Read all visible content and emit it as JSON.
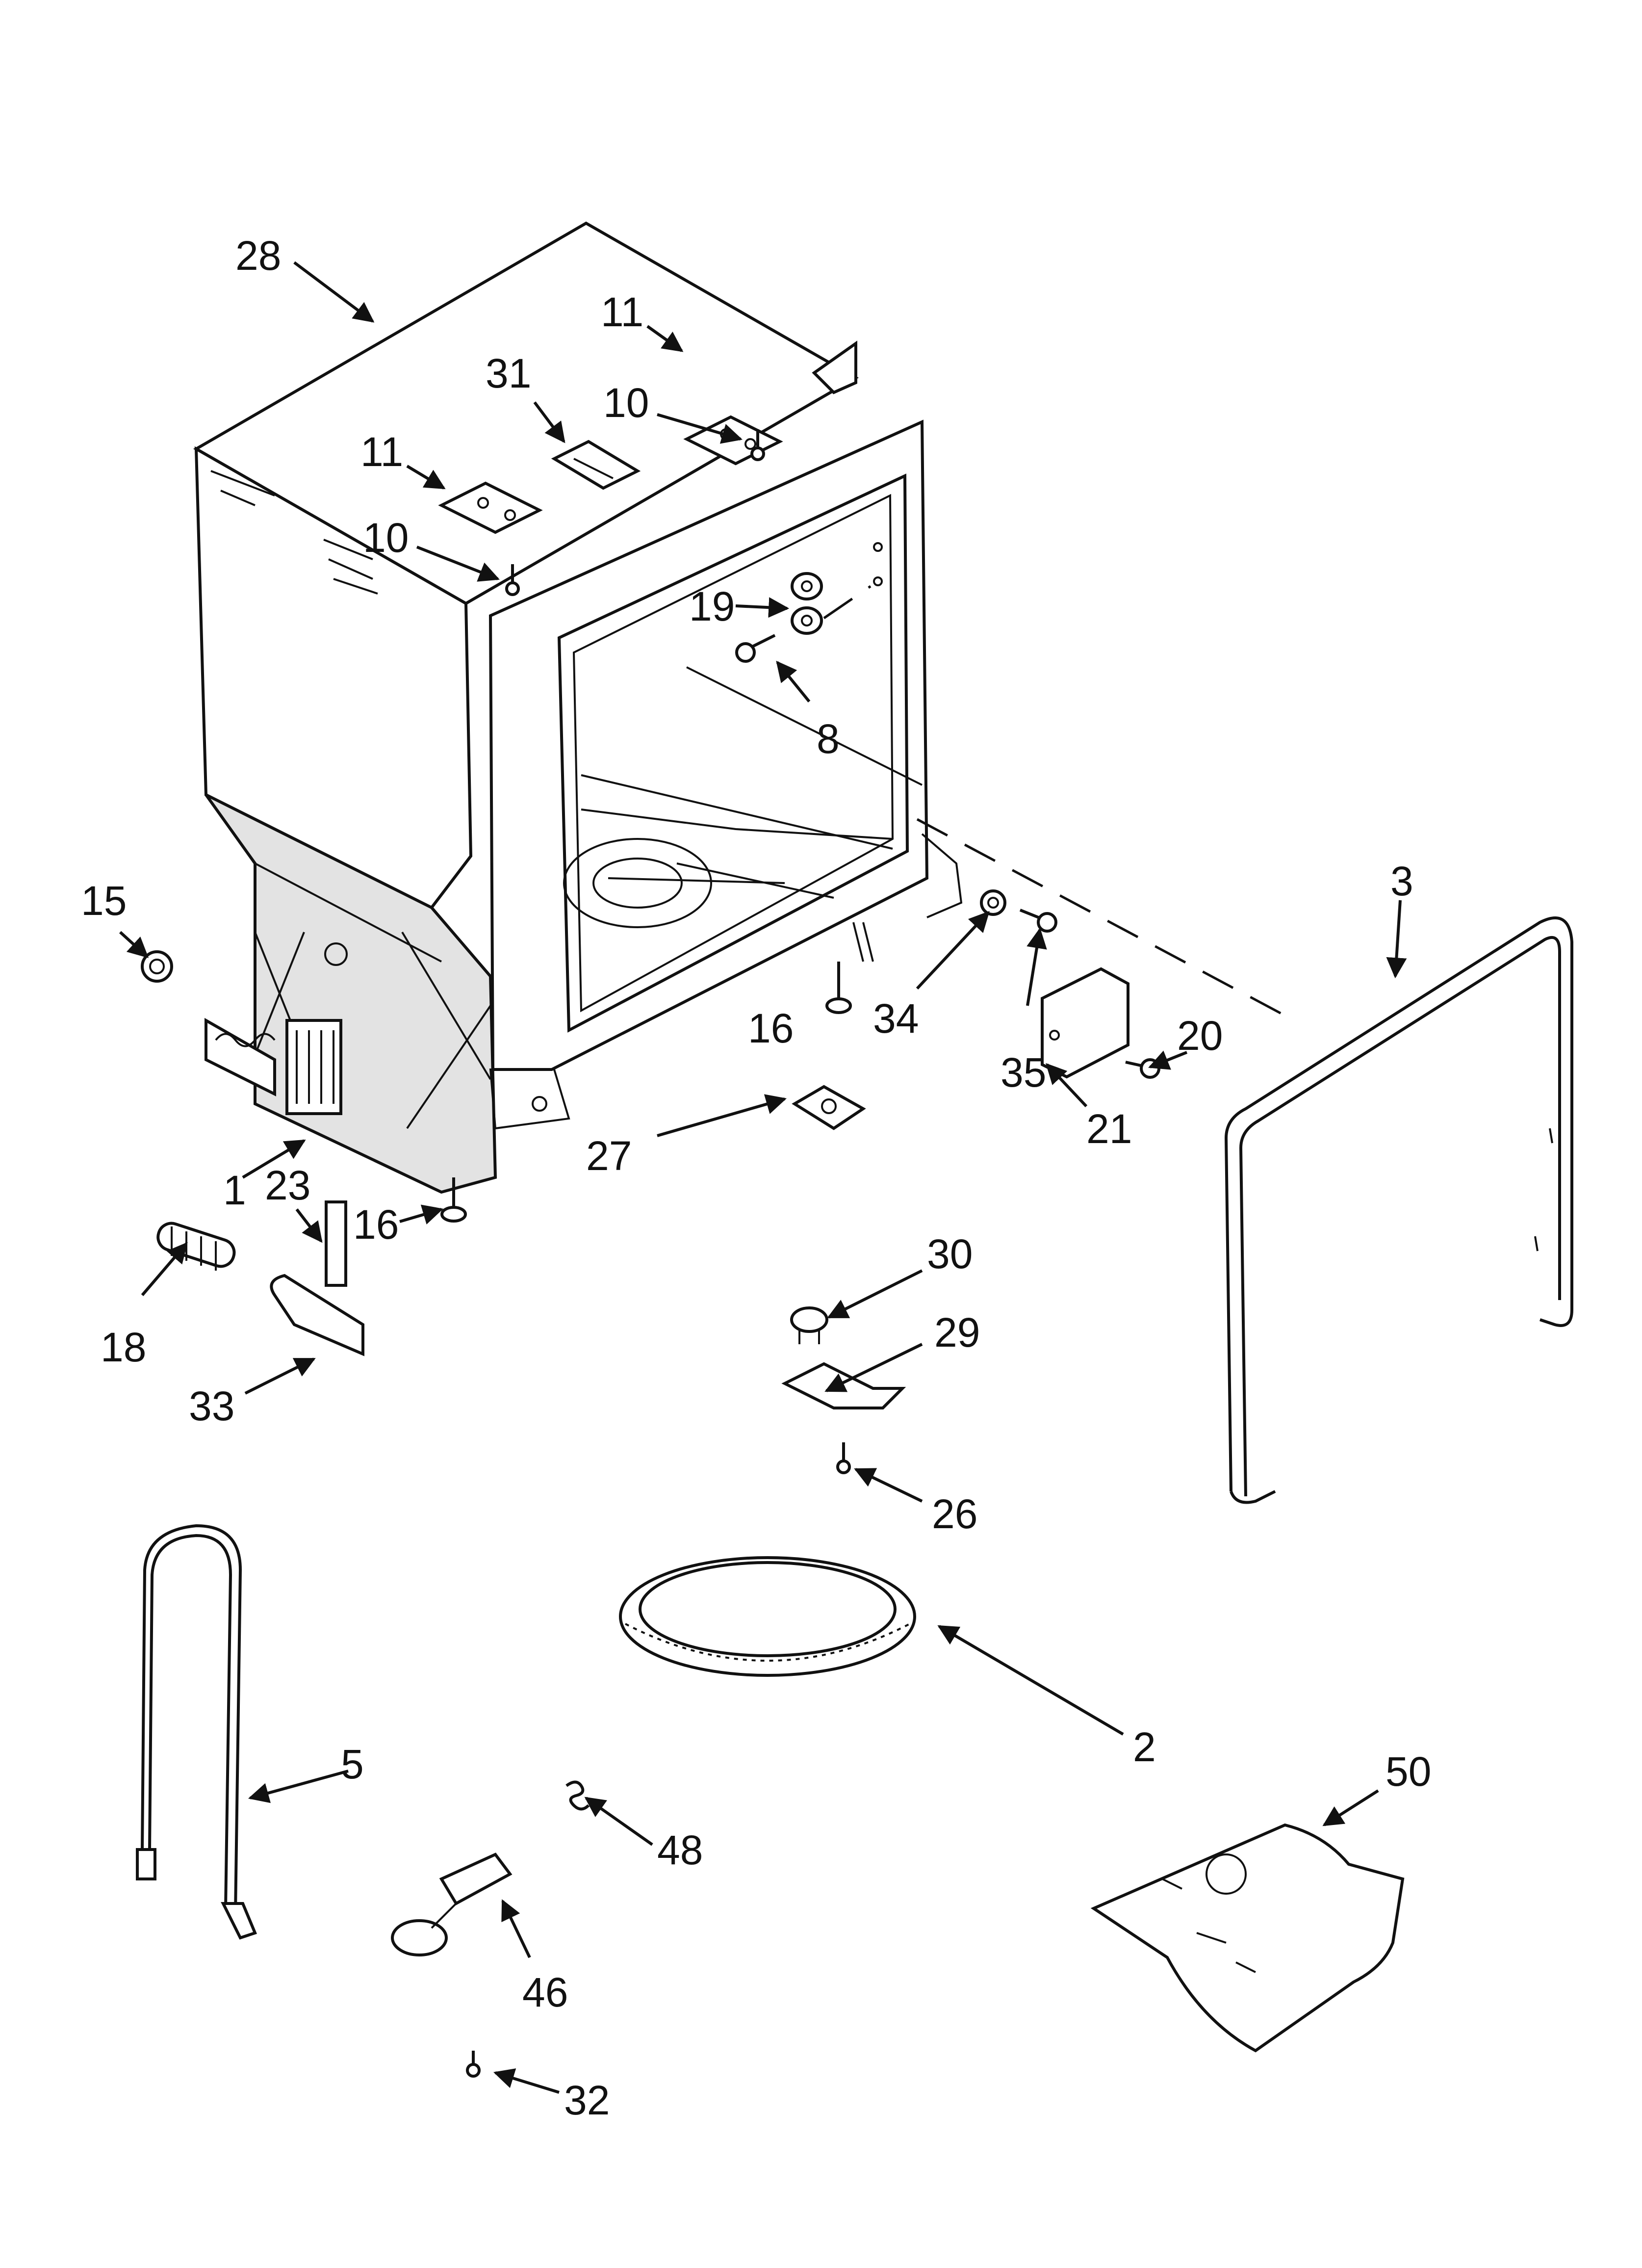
{
  "diagram": {
    "callouts": [
      {
        "id": "28",
        "text": "28"
      },
      {
        "id": "11a",
        "text": "11"
      },
      {
        "id": "31",
        "text": "31"
      },
      {
        "id": "10a",
        "text": "10"
      },
      {
        "id": "11b",
        "text": "11"
      },
      {
        "id": "10b",
        "text": "10"
      },
      {
        "id": "19",
        "text": "19"
      },
      {
        "id": "8",
        "text": "8"
      },
      {
        "id": "15",
        "text": "15"
      },
      {
        "id": "3",
        "text": "3"
      },
      {
        "id": "16a",
        "text": "16"
      },
      {
        "id": "34",
        "text": "34"
      },
      {
        "id": "20",
        "text": "20"
      },
      {
        "id": "35",
        "text": "35"
      },
      {
        "id": "21",
        "text": "21"
      },
      {
        "id": "27",
        "text": "27"
      },
      {
        "id": "1",
        "text": "1"
      },
      {
        "id": "23",
        "text": "23"
      },
      {
        "id": "16b",
        "text": "16"
      },
      {
        "id": "18",
        "text": "18"
      },
      {
        "id": "30",
        "text": "30"
      },
      {
        "id": "29",
        "text": "29"
      },
      {
        "id": "33",
        "text": "33"
      },
      {
        "id": "26",
        "text": "26"
      },
      {
        "id": "2",
        "text": "2"
      },
      {
        "id": "5",
        "text": "5"
      },
      {
        "id": "50",
        "text": "50"
      },
      {
        "id": "48",
        "text": "48"
      },
      {
        "id": "46",
        "text": "46"
      },
      {
        "id": "32",
        "text": "32"
      }
    ]
  }
}
